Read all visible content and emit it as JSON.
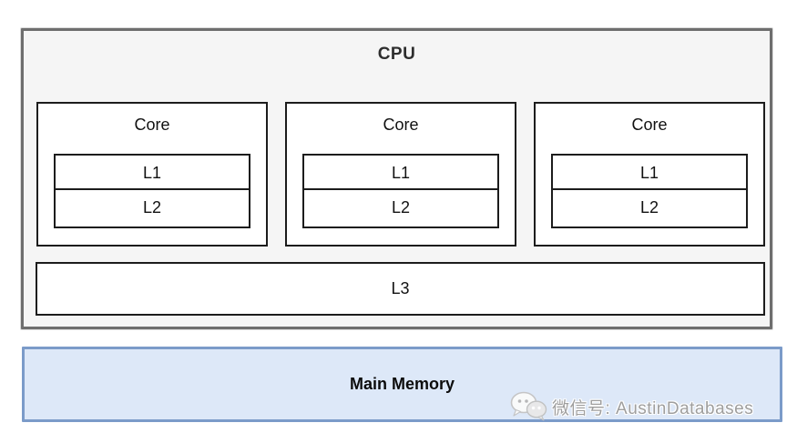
{
  "diagram": {
    "cpu": {
      "label": "CPU",
      "cores": [
        {
          "label": "Core",
          "caches": [
            "L1",
            "L2"
          ]
        },
        {
          "label": "Core",
          "caches": [
            "L1",
            "L2"
          ]
        },
        {
          "label": "Core",
          "caches": [
            "L1",
            "L2"
          ]
        }
      ],
      "l3": "L3"
    },
    "main_memory": "Main Memory",
    "watermark": {
      "icon": "wechat-icon",
      "text": "微信号: AustinDatabases"
    }
  },
  "colors": {
    "cpu_fill": "#f5f5f5",
    "cpu_border": "#6e6e6e",
    "inner_border": "#1c1c1c",
    "memory_fill": "#dde8f8",
    "memory_border": "#7b9bc9",
    "watermark_text": "#9e9e9e"
  }
}
